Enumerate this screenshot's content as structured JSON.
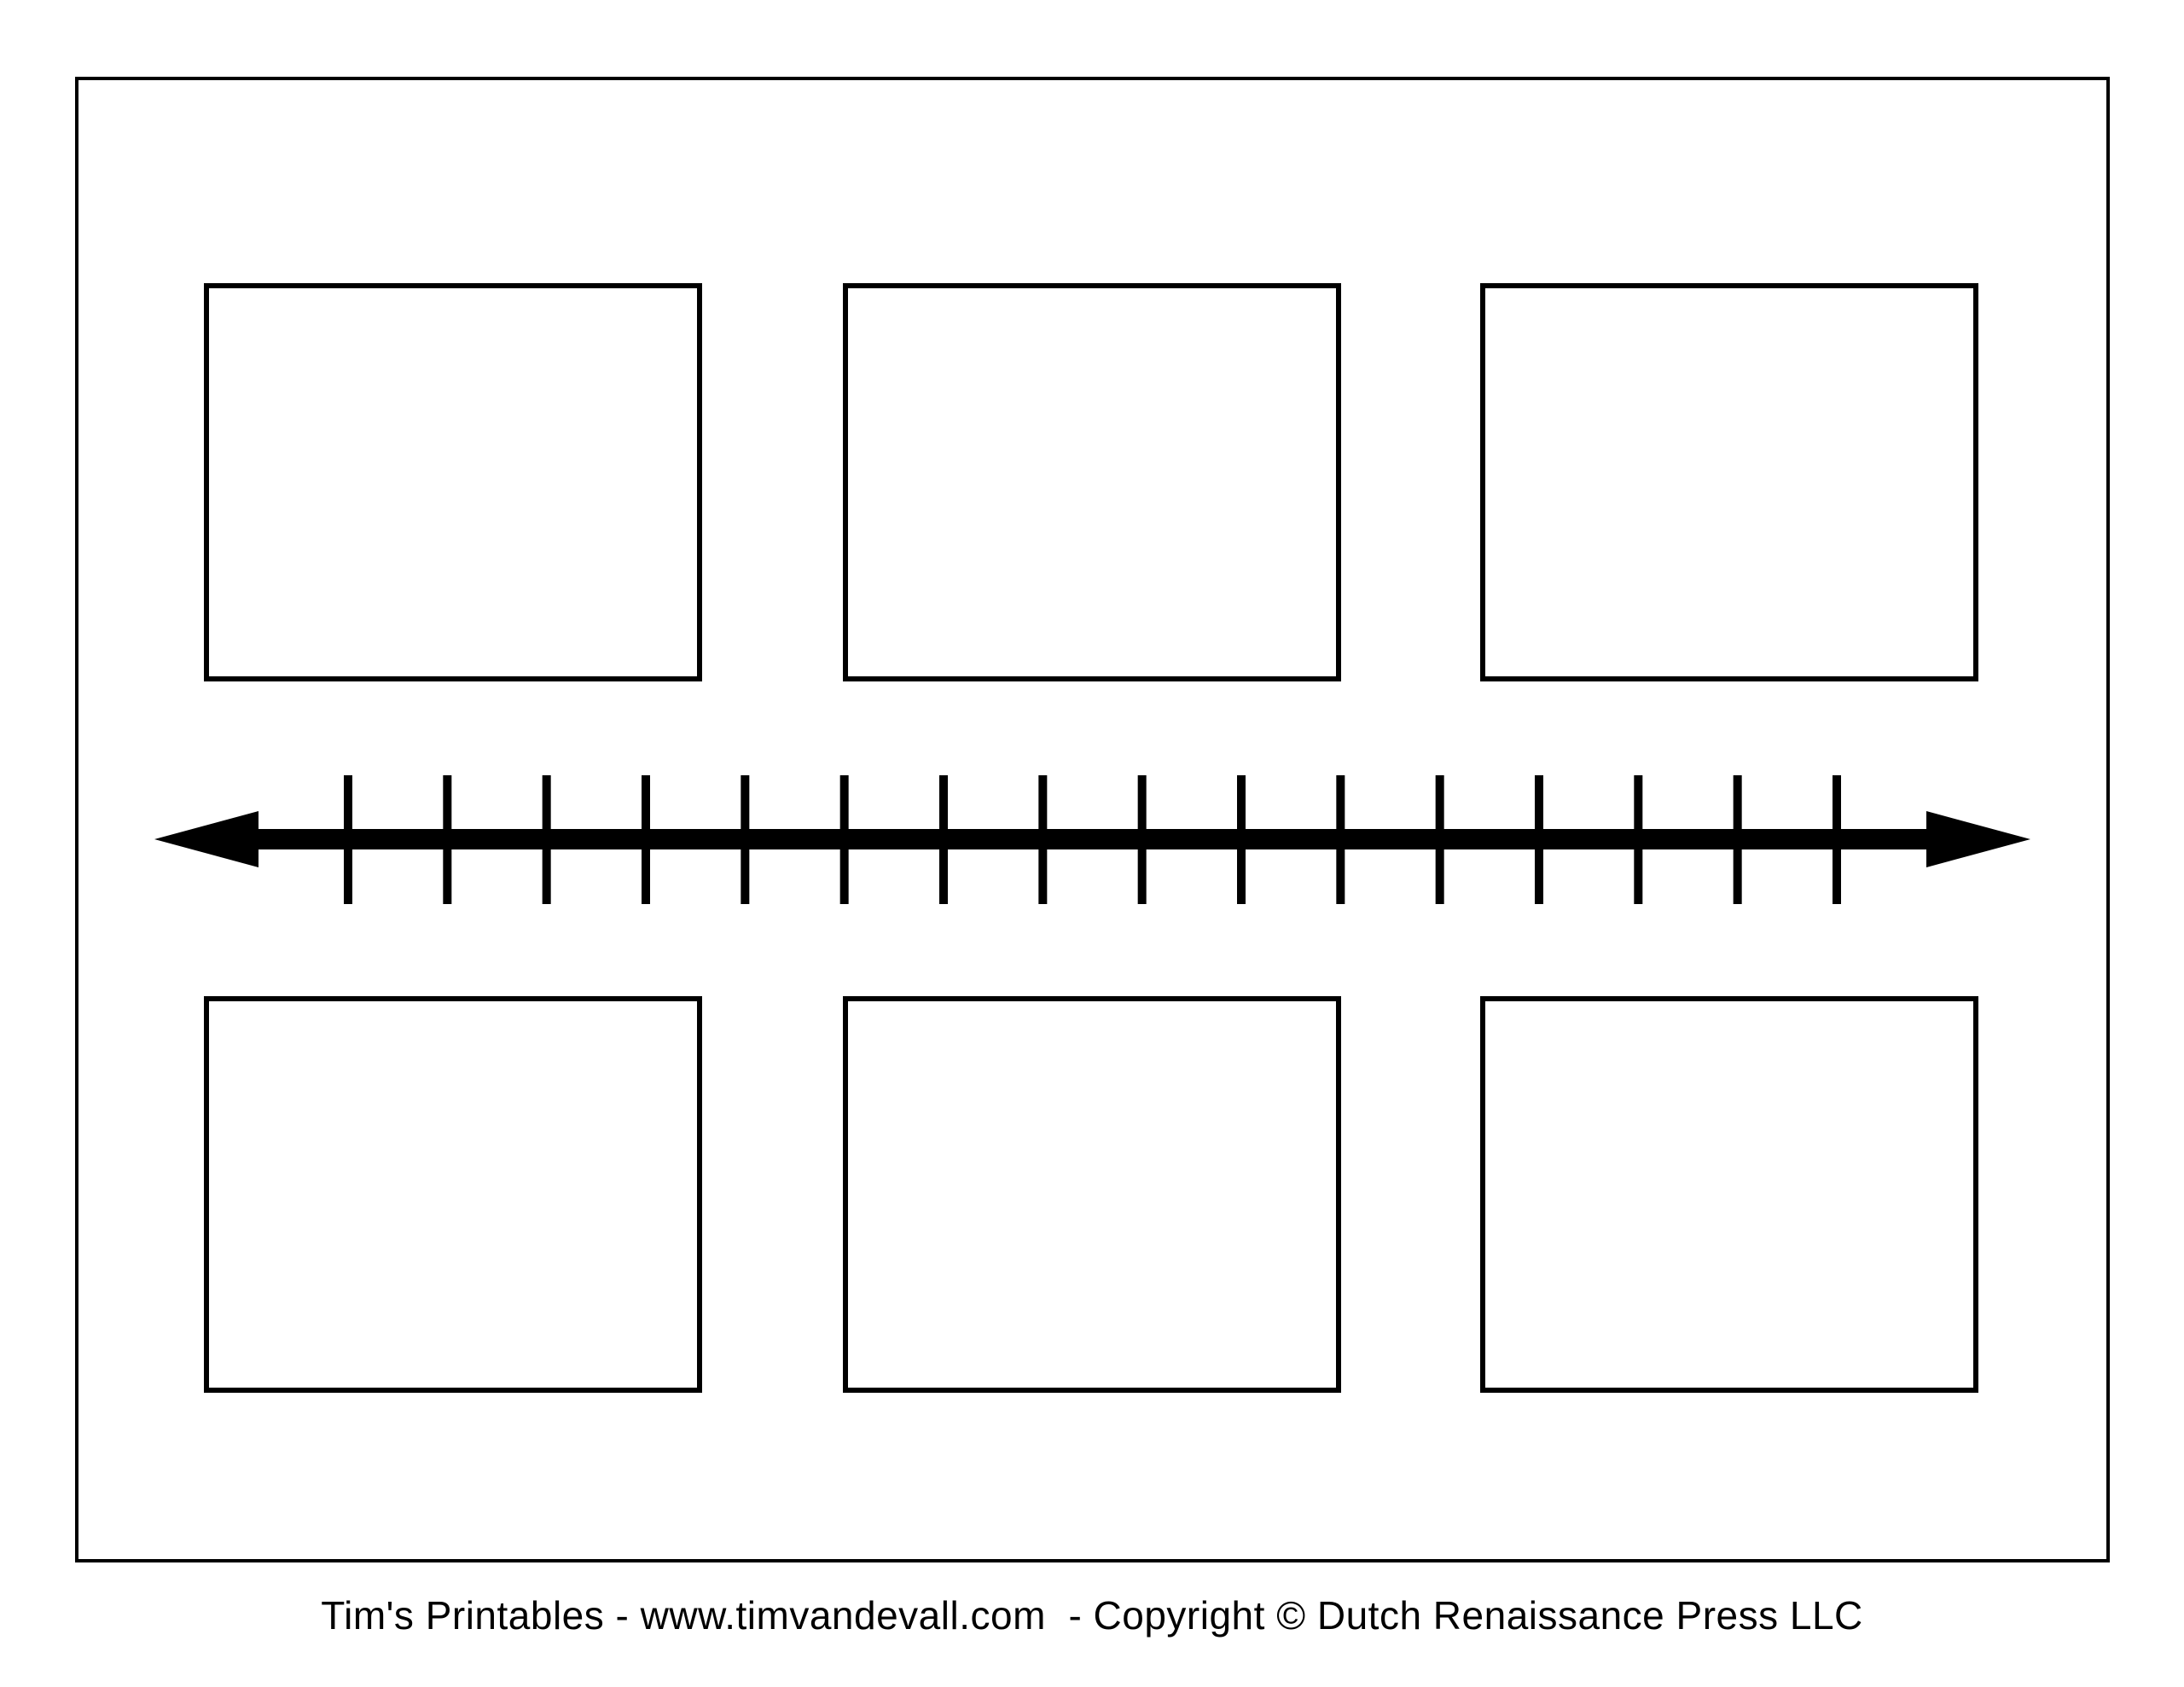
{
  "page": {
    "background_color": "#ffffff",
    "border_color": "#000000",
    "ink_color": "#000000"
  },
  "timeline": {
    "icon": "double-headed-arrow-icon",
    "tick_count": 16,
    "color": "#000000"
  },
  "boxes": {
    "count": 6,
    "rows": 2,
    "columns": 3,
    "border_color": "#000000",
    "content": ""
  },
  "footer": {
    "text": "Tim's Printables - www.timvandevall.com  - Copyright © Dutch Renaissance Press LLC"
  }
}
